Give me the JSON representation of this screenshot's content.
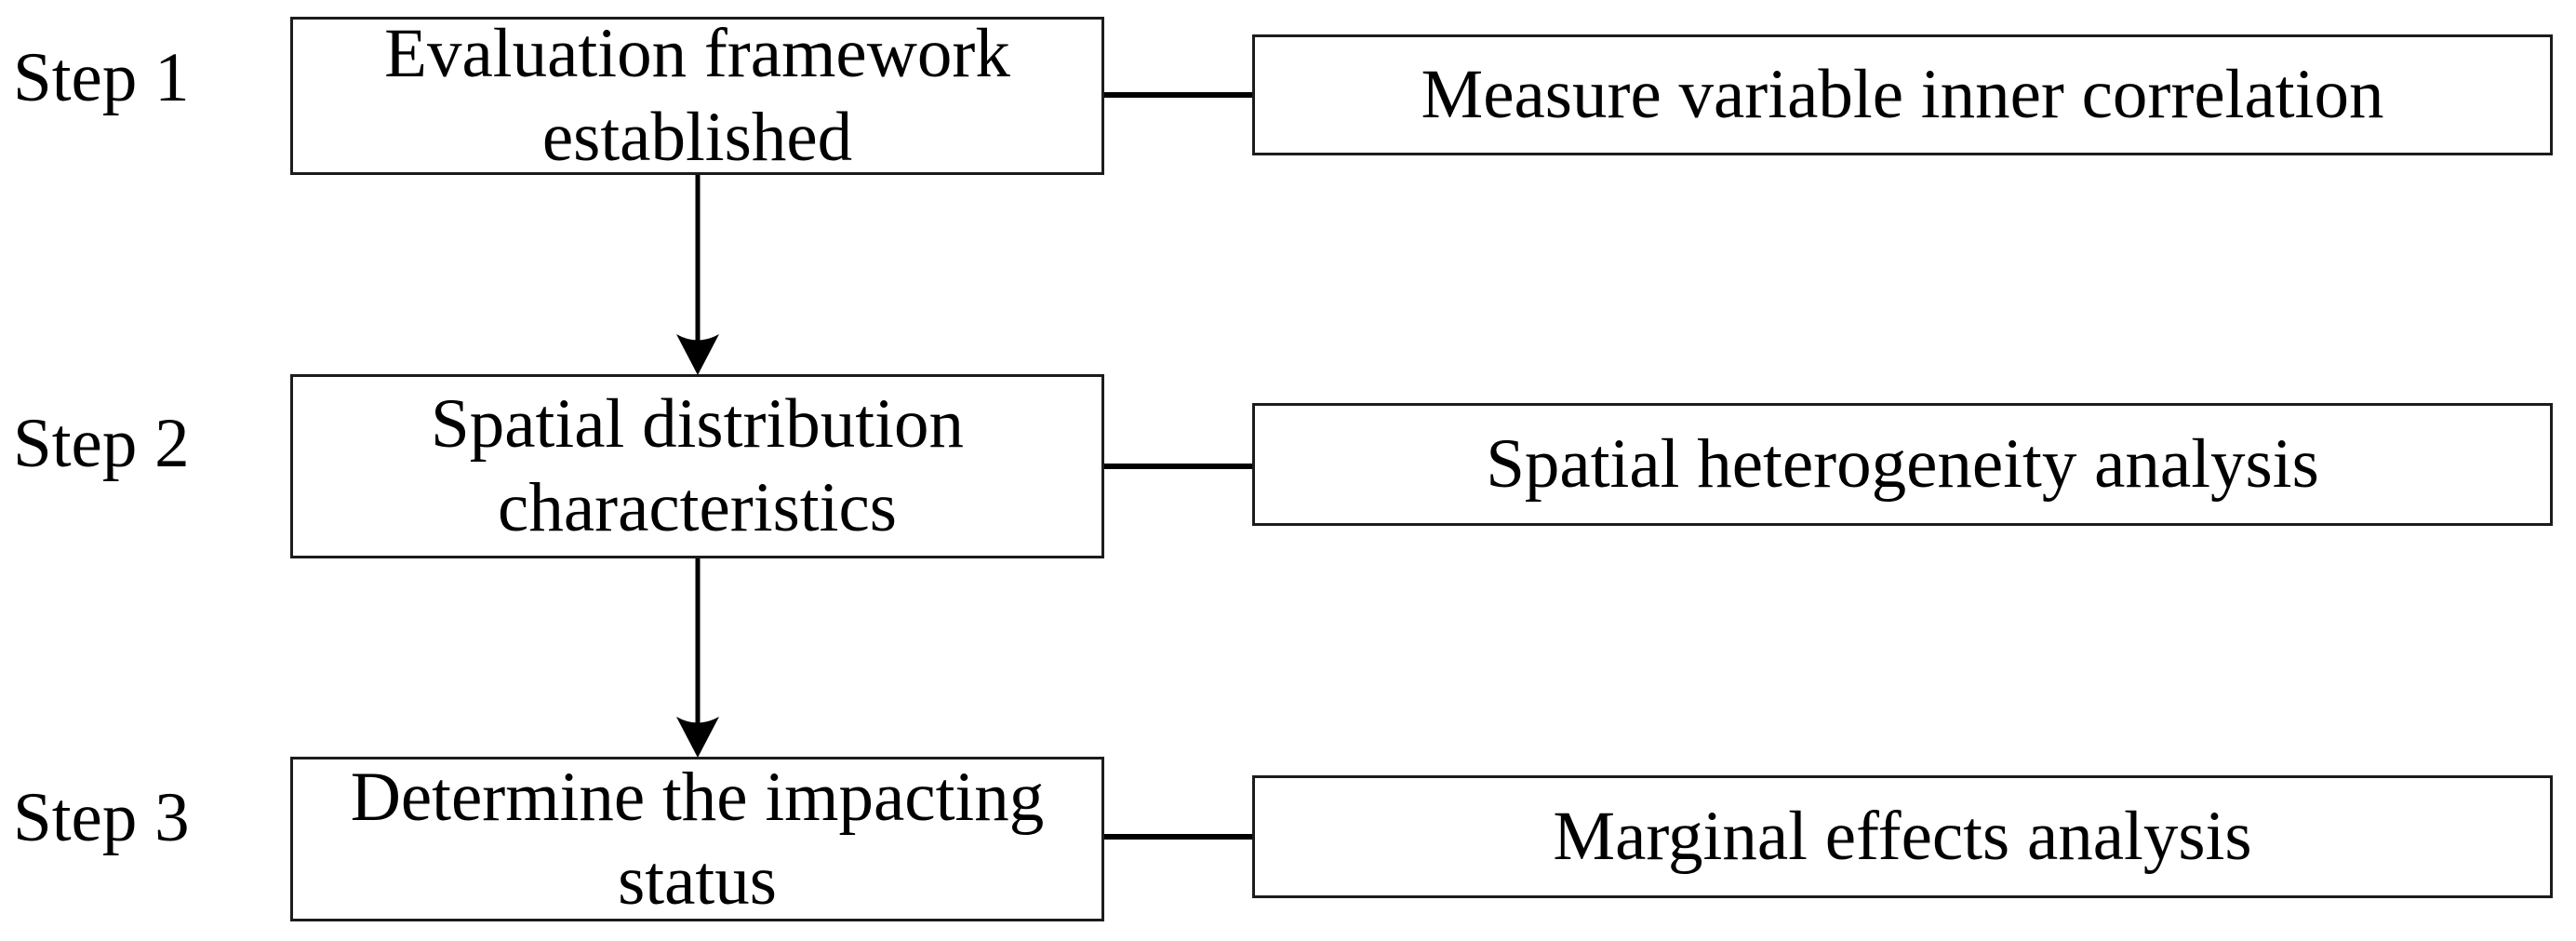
{
  "diagram": {
    "type": "flowchart",
    "background_color": "#ffffff",
    "line_color": "#000000",
    "box_border_color": "#1c1c1c",
    "text_color": "#000000",
    "rows": [
      {
        "step": "Step 1",
        "stage": "Evaluation framework established",
        "method": "Measure variable inner correlation"
      },
      {
        "step": "Step 2",
        "stage": "Spatial distribution characteristics",
        "method": "Spatial heterogeneity analysis"
      },
      {
        "step": "Step 3",
        "stage": "Determine the impacting status",
        "method": "Marginal effects analysis"
      }
    ],
    "connections": [
      "stage-1 -> stage-2 (down arrow)",
      "stage-2 -> stage-3 (down arrow)",
      "stage-1 - method-1 (horizontal line)",
      "stage-2 - method-2 (horizontal line)",
      "stage-3 - method-3 (horizontal line)"
    ]
  }
}
